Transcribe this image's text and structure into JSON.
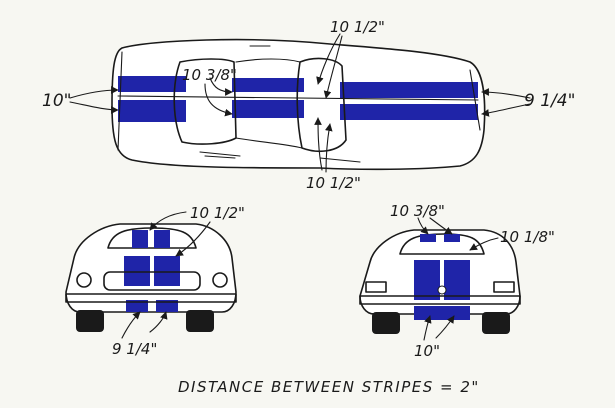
{
  "colors": {
    "stripe": "#1f24a8",
    "ink": "#1a1a1a",
    "paper": "#f7f7f2"
  },
  "labels": {
    "top_left_width": "10\"",
    "top_right_width": "9 1/4\"",
    "top_windshield": "10 1/2\"",
    "top_rear_window": "10 3/8\"",
    "top_bottom_windshield": "10 1/2\"",
    "front_hood": "10 1/2\"",
    "front_bumper": "9 1/4\"",
    "rear_roof": "10 3/8\"",
    "rear_window": "10 1/8\"",
    "rear_bumper": "10\""
  },
  "caption": "DISTANCE BETWEEN STRIPES = 2\""
}
